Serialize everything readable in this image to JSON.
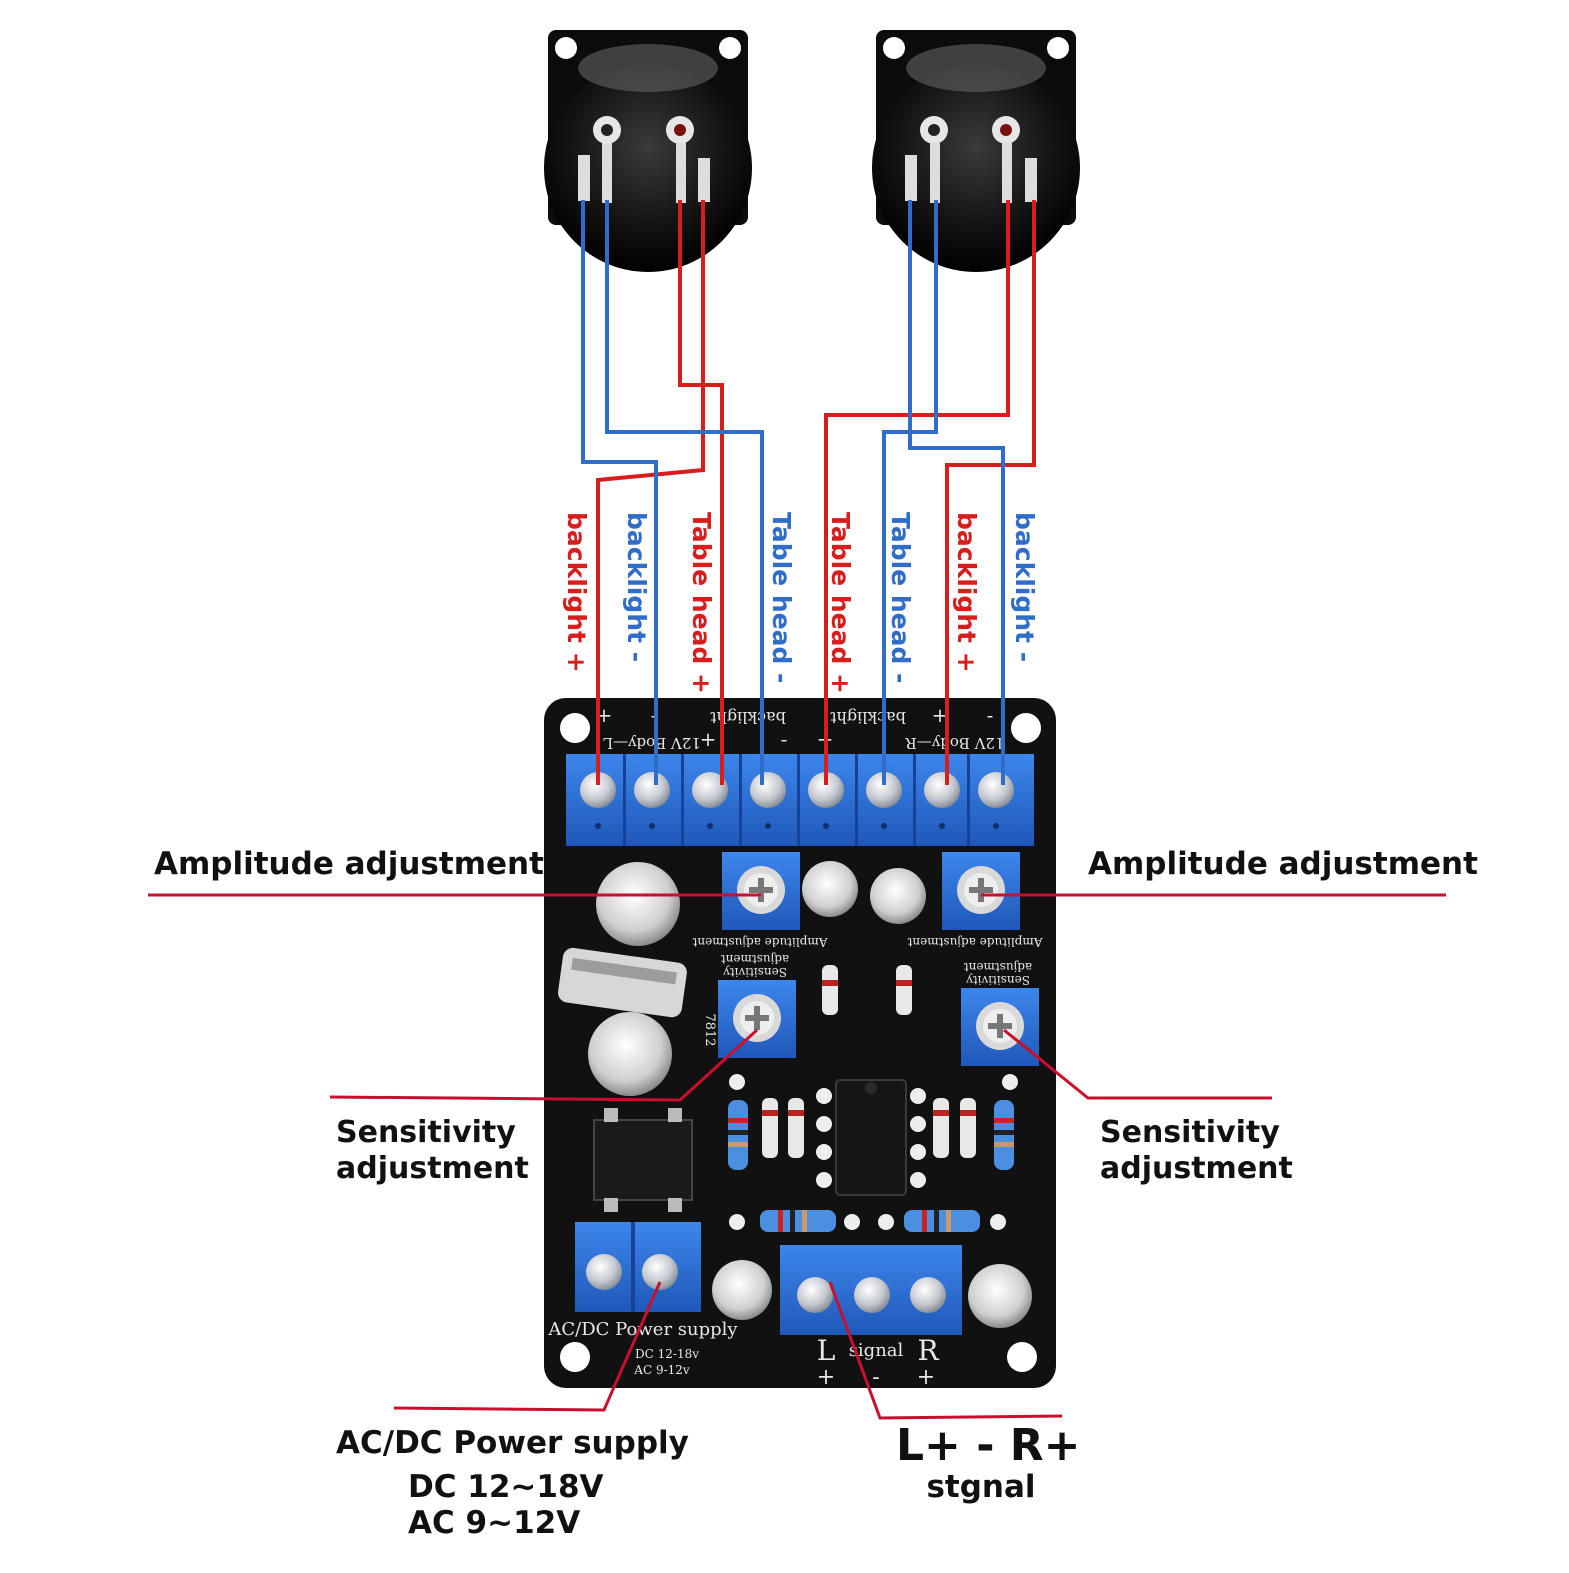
{
  "colors": {
    "positive_wire": "#d81d1d",
    "negative_wire": "#2f6dc8",
    "board": "#101010",
    "terminal": "#2b6fd6",
    "leader_line": "#c8102e"
  },
  "wire_labels": [
    {
      "text": "backlight +",
      "polarity": "positive"
    },
    {
      "text": "backlight -",
      "polarity": "negative"
    },
    {
      "text": "Table head +",
      "polarity": "positive"
    },
    {
      "text": "Table head -",
      "polarity": "negative"
    },
    {
      "text": "Table head +",
      "polarity": "positive"
    },
    {
      "text": "Table head -",
      "polarity": "negative"
    },
    {
      "text": "backlight +",
      "polarity": "positive"
    },
    {
      "text": "backlight -",
      "polarity": "negative"
    }
  ],
  "callouts": {
    "amplitude_left": "Amplitude adjustment",
    "amplitude_right": "Amplitude adjustment",
    "sensitivity_left": [
      "Sensitivity",
      "adjustment"
    ],
    "sensitivity_right": [
      "Sensitivity",
      "adjustment"
    ],
    "power": {
      "title": "AC/DC Power supply",
      "dc": "DC 12~18V",
      "ac": "AC 9~12V"
    },
    "signal": {
      "title": "L+ - R+",
      "sub": "stgnal"
    }
  },
  "silkscreen": {
    "backlight_left": "backlight",
    "backlight_right": "backlight",
    "body_left": "12V Body—L",
    "body_right": "12V Body—R",
    "amplitude_pcb": "Amplitude adjustment",
    "sensitivity_pcb": [
      "Sensitivity",
      "adjustment"
    ],
    "regulator": "7812",
    "power_pcb": "AC/DC Power supply",
    "power_dc": "DC 12-18v",
    "power_ac": "AC 9-12v",
    "signal_pcb": "signal",
    "signal_l": "L",
    "signal_r": "R",
    "plus": "+",
    "minus": "-"
  },
  "components": {
    "meter_count": 2,
    "top_terminal_count": 8,
    "trimmer_count": 4
  }
}
